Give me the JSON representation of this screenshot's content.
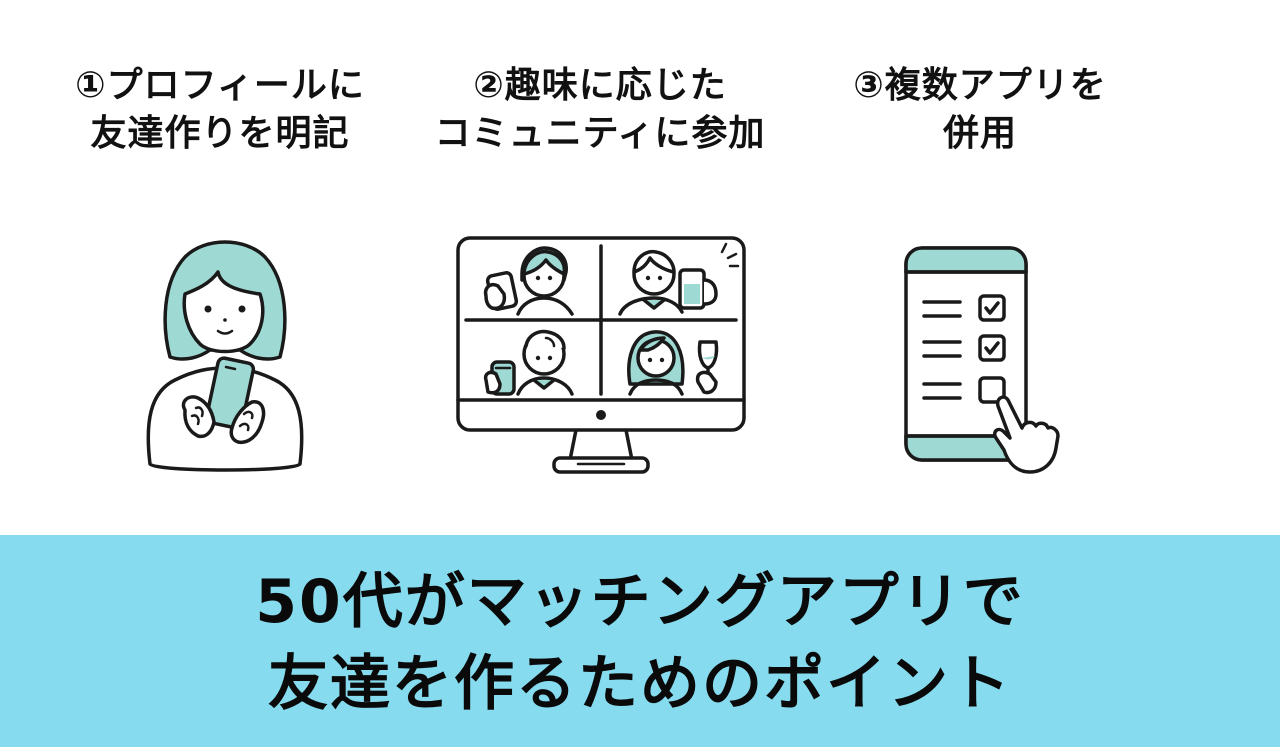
{
  "points": [
    {
      "number": "①",
      "lines": [
        "①プロフィールに",
        "友達作りを明記"
      ]
    },
    {
      "number": "②",
      "lines": [
        "②趣味に応じた",
        "コミュニティに参加"
      ]
    },
    {
      "number": "③",
      "lines": [
        "③複数アプリを",
        "併用"
      ]
    }
  ],
  "illustrations": [
    {
      "name": "woman-with-smartphone",
      "icon": "person-phone-icon"
    },
    {
      "name": "online-group-video-call",
      "icon": "monitor-video-call-icon"
    },
    {
      "name": "smartphone-checklist",
      "icon": "checklist-phone-icon"
    }
  ],
  "banner": {
    "lines": [
      "50代がマッチングアプリで",
      "友達を作るためのポイント"
    ]
  },
  "colors": {
    "banner_bg": "#86dbee",
    "accent_teal": "#9fd9d3",
    "ink": "#111111"
  }
}
